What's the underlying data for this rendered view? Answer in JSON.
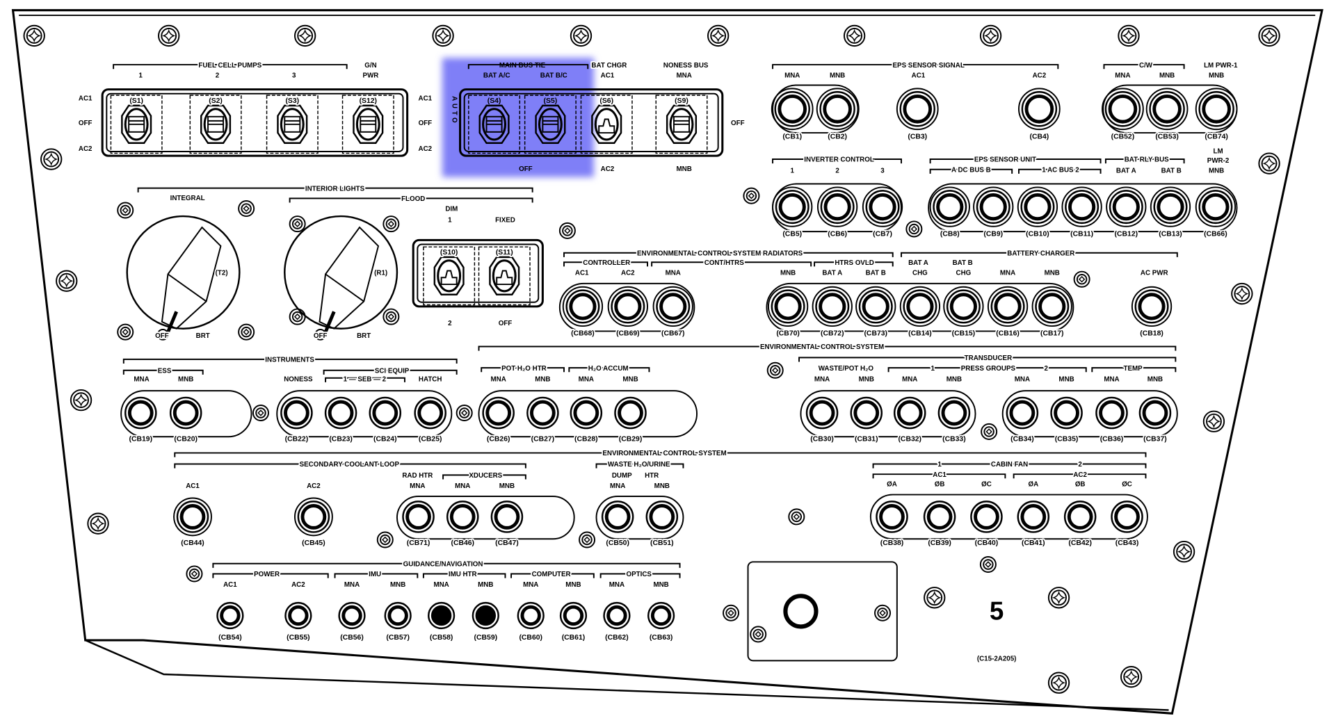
{
  "panel": {
    "number": "5",
    "drawing_id": "(C15-2A205)"
  },
  "highlight_color": "#7f7ff7",
  "fuel_cell_pumps": {
    "title": "FUEL CELL PUMPS",
    "cols": [
      "1",
      "2",
      "3"
    ],
    "gn": "G/N",
    "pwr": "PWR",
    "left": [
      "AC1",
      "OFF",
      "AC2"
    ],
    "right": [
      "AC1",
      "OFF",
      "AC2"
    ]
  },
  "main_bus_tie": {
    "title": "MAIN BUS TIE",
    "cols": [
      "BAT A/C",
      "BAT B/C"
    ],
    "auto": "AUTO",
    "off": "OFF"
  },
  "bat_chgr": {
    "title": "BAT CHGR",
    "up": "AC1",
    "down": "AC2"
  },
  "noness_bus": {
    "title": "NONESS BUS",
    "up": "MNA",
    "down": "MNB",
    "off": "OFF"
  },
  "eps_sensor_signal": {
    "title": "EPS SENSOR SIGNAL",
    "cols": [
      "MNA",
      "MNB",
      "AC1",
      "AC2"
    ]
  },
  "cw": {
    "title": "C/W",
    "cols": [
      "MNA",
      "MNB"
    ]
  },
  "lm_pwr_1": {
    "title": "LM PWR-1",
    "col": "MNB"
  },
  "inverter_control": {
    "title": "INVERTER CONTROL",
    "cols": [
      "1",
      "2",
      "3"
    ]
  },
  "eps_sensor_unit": {
    "title": "EPS SENSOR UNIT",
    "dc_bus": "A  DC BUS  B",
    "ac_bus": "1  AC BUS  2"
  },
  "bat_rly_bus": {
    "title": "BAT RLY BUS",
    "cols": [
      "BAT A",
      "BAT B"
    ]
  },
  "lm_pwr_2": {
    "title": [
      "LM",
      "PWR-2"
    ],
    "col": "MNB"
  },
  "interior_lights": {
    "title": "INTERIOR LIGHTS",
    "integral": "INTEGRAL",
    "flood": "FLOOD",
    "dim": "DIM",
    "dim_1": "1",
    "fixed": "FIXED",
    "dim_2": "2",
    "fixed_off": "OFF",
    "integral_id": "(T2)",
    "flood_id": "(R1)",
    "off": "OFF",
    "brt": "BRT"
  },
  "ecs_radiators": {
    "title": "ENVIRONMENTAL CONTROL SYSTEM RADIATORS",
    "controller": "CONTROLLER",
    "cont_htrs": "CONT/HTRS",
    "htrs_ovld": "HTRS OVLD",
    "cols": [
      "AC1",
      "AC2",
      "MNA",
      "MNB",
      "BAT A",
      "BAT B"
    ]
  },
  "battery_charger": {
    "title": "BATTERY CHARGER",
    "bat_a": [
      "BAT A",
      "CHG"
    ],
    "bat_b": [
      "BAT B",
      "CHG"
    ],
    "cols": [
      "MNA",
      "MNB"
    ]
  },
  "ac_pwr": "AC PWR",
  "ecs_upper": {
    "title": "ENVIRONMENTAL CONTROL SYSTEM",
    "pot_h2o_htr": "POT H₂O HTR",
    "h2o_accum": "H₂O ACCUM",
    "cols": [
      "MNA",
      "MNB",
      "MNA",
      "MNB"
    ]
  },
  "transducer": {
    "title": "TRANSDUCER",
    "waste_pot": "WASTE/POT H₂O",
    "press_groups": "PRESS GROUPS",
    "pg1": "1",
    "pg2": "2",
    "temp": "TEMP",
    "cols": [
      "MNA",
      "MNB",
      "MNA",
      "MNB",
      "MNA",
      "MNB",
      "MNA",
      "MNB"
    ]
  },
  "instruments": {
    "title": "INSTRUMENTS",
    "ess": "ESS",
    "ess_cols": [
      "MNA",
      "MNB"
    ],
    "noness": "NONESS",
    "sci_equip": "SCI EQUIP",
    "seb": "1 — SEB — 2",
    "hatch": "HATCH"
  },
  "ecs_lower": {
    "title": "ENVIRONMENTAL CONTROL SYSTEM",
    "secondary_coolant_loop": "SECONDARY COOLANT LOOP",
    "ac1": "AC1",
    "ac2": "AC2",
    "rad_htr": "RAD HTR",
    "rad_mna": "MNA",
    "xducers": "XDUCERS",
    "xd_cols": [
      "MNA",
      "MNB"
    ],
    "waste_urine": "WASTE H₂O/URINE",
    "dump": "DUMP",
    "htr": "HTR",
    "wu_cols": [
      "MNA",
      "MNB"
    ]
  },
  "cabin_fan": {
    "title": "CABIN FAN",
    "fan1": "1",
    "fan2": "2",
    "ac1": "AC1",
    "ac2": "AC2",
    "phases": [
      "ØA",
      "ØB",
      "ØC",
      "ØA",
      "ØB",
      "ØC"
    ]
  },
  "guidance_navigation": {
    "title": "GUIDANCE/NAVIGATION",
    "power": "POWER",
    "power_cols": [
      "AC1",
      "AC2"
    ],
    "imu": "IMU",
    "imu_htr": "IMU HTR",
    "computer": "COMPUTER",
    "optics": "OPTICS",
    "cols": [
      "MNA",
      "MNB",
      "MNA",
      "MNB",
      "MNA",
      "MNB",
      "MNA",
      "MNB"
    ]
  },
  "switches": [
    "(S1)",
    "(S2)",
    "(S3)",
    "(S12)",
    "(S4)",
    "(S5)",
    "(S6)",
    "(S9)",
    "(S10)",
    "(S11)"
  ],
  "circuit_breakers": [
    {
      "id": "(CB1)"
    },
    {
      "id": "(CB2)"
    },
    {
      "id": "(CB3)"
    },
    {
      "id": "(CB4)"
    },
    {
      "id": "(CB52)"
    },
    {
      "id": "(CB53)"
    },
    {
      "id": "(CB74)"
    },
    {
      "id": "(CB5)"
    },
    {
      "id": "(CB6)"
    },
    {
      "id": "(CB7)"
    },
    {
      "id": "(CB8)"
    },
    {
      "id": "(CB9)"
    },
    {
      "id": "(CB10)"
    },
    {
      "id": "(CB11)"
    },
    {
      "id": "(CB12)"
    },
    {
      "id": "(CB13)"
    },
    {
      "id": "(CB66)"
    },
    {
      "id": "(CB68)"
    },
    {
      "id": "(CB69)"
    },
    {
      "id": "(CB67)"
    },
    {
      "id": "(CB70)"
    },
    {
      "id": "(CB72)"
    },
    {
      "id": "(CB73)"
    },
    {
      "id": "(CB14)"
    },
    {
      "id": "(CB15)"
    },
    {
      "id": "(CB16)"
    },
    {
      "id": "(CB17)"
    },
    {
      "id": "(CB18)"
    },
    {
      "id": "(CB19)"
    },
    {
      "id": "(CB20)"
    },
    {
      "id": "(CB22)"
    },
    {
      "id": "(CB23)"
    },
    {
      "id": "(CB24)"
    },
    {
      "id": "(CB25)"
    },
    {
      "id": "(CB26)"
    },
    {
      "id": "(CB27)"
    },
    {
      "id": "(CB28)"
    },
    {
      "id": "(CB29)"
    },
    {
      "id": "(CB30)"
    },
    {
      "id": "(CB31)"
    },
    {
      "id": "(CB32)"
    },
    {
      "id": "(CB33)"
    },
    {
      "id": "(CB34)"
    },
    {
      "id": "(CB35)"
    },
    {
      "id": "(CB36)"
    },
    {
      "id": "(CB37)"
    },
    {
      "id": "(CB44)"
    },
    {
      "id": "(CB45)"
    },
    {
      "id": "(CB71)"
    },
    {
      "id": "(CB46)"
    },
    {
      "id": "(CB47)"
    },
    {
      "id": "(CB50)"
    },
    {
      "id": "(CB51)"
    },
    {
      "id": "(CB38)"
    },
    {
      "id": "(CB39)"
    },
    {
      "id": "(CB40)"
    },
    {
      "id": "(CB41)"
    },
    {
      "id": "(CB42)"
    },
    {
      "id": "(CB43)"
    },
    {
      "id": "(CB54)"
    },
    {
      "id": "(CB55)"
    },
    {
      "id": "(CB56)"
    },
    {
      "id": "(CB57)"
    },
    {
      "id": "(CB58)",
      "filled": true
    },
    {
      "id": "(CB59)",
      "filled": true
    },
    {
      "id": "(CB60)"
    },
    {
      "id": "(CB61)"
    },
    {
      "id": "(CB62)"
    },
    {
      "id": "(CB63)"
    }
  ]
}
